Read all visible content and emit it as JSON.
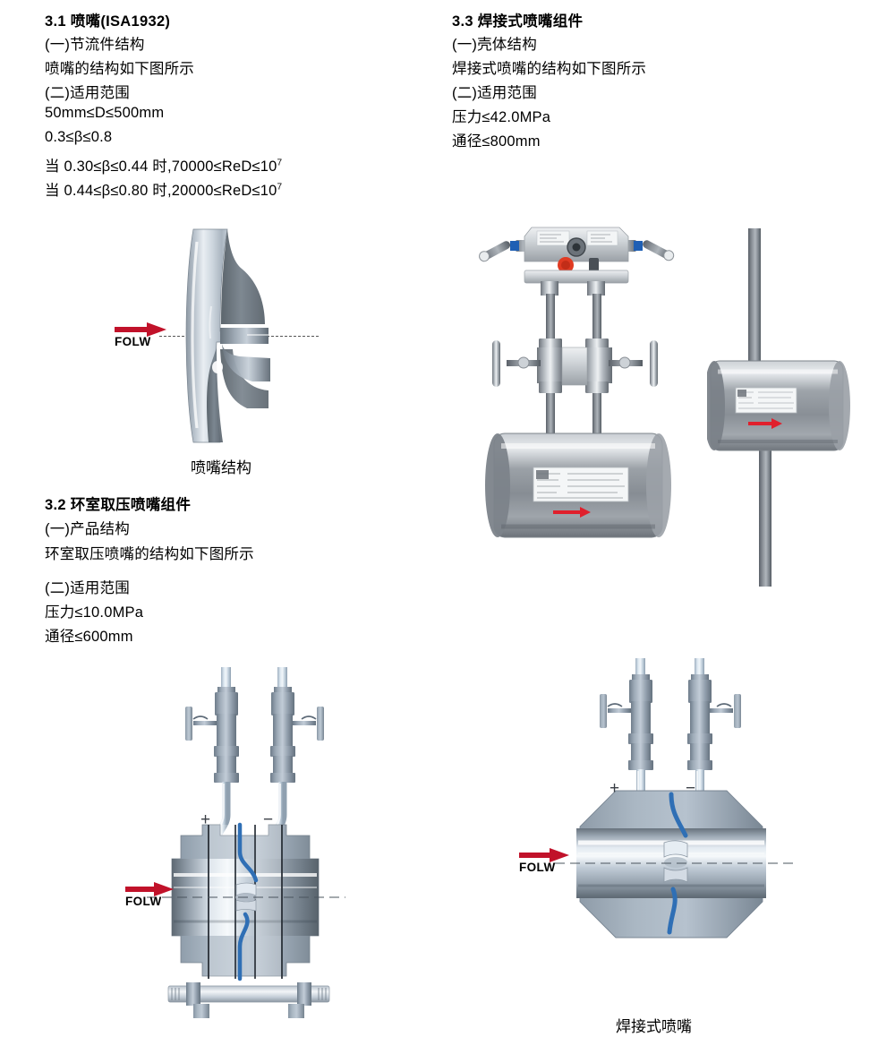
{
  "doc": {
    "sections": [
      {
        "id": "3.1",
        "heading": "3.1 喷嘴(ISA1932)",
        "lines": [
          "(一)节流件结构",
          "喷嘴的结构如下图所示",
          "(二)适用范围",
          "50mm≤D≤500mm",
          "0.3≤β≤0.8"
        ],
        "formula_lines": [
          {
            "text": "当 0.30≤β≤0.44 时,70000≤ReD≤10",
            "exponent": "7"
          },
          {
            "text": "当 0.44≤β≤0.80 时,20000≤ReD≤10",
            "exponent": "7"
          }
        ],
        "figure_caption": "喷嘴结构",
        "flow_label": "FOLW"
      },
      {
        "id": "3.2",
        "heading": "3.2 环室取压喷嘴组件",
        "lines": [
          "(一)产品结构",
          "环室取压喷嘴的结构如下图所示",
          "(二)适用范围",
          "压力≤10.0MPa",
          "通径≤600mm"
        ],
        "flow_label": "FOLW",
        "port_plus": "+",
        "port_minus": "−"
      },
      {
        "id": "3.3",
        "heading": "3.3 焊接式喷嘴组件",
        "lines": [
          "(一)壳体结构",
          "焊接式喷嘴的结构如下图所示",
          "(二)适用范围",
          "压力≤42.0MPa",
          "通径≤800mm"
        ],
        "figure_caption": "焊接式喷嘴",
        "flow_label": "FOLW",
        "port_plus": "+",
        "port_minus": "−"
      }
    ],
    "colors": {
      "flow_arrow": "#c1122a",
      "photo_arrow": "#e0202c",
      "valve_handle_blue": "#1f5fb4",
      "valve_cap_red": "#e03a22",
      "channel_blue": "#2f6fb5",
      "text": "#000000"
    }
  }
}
